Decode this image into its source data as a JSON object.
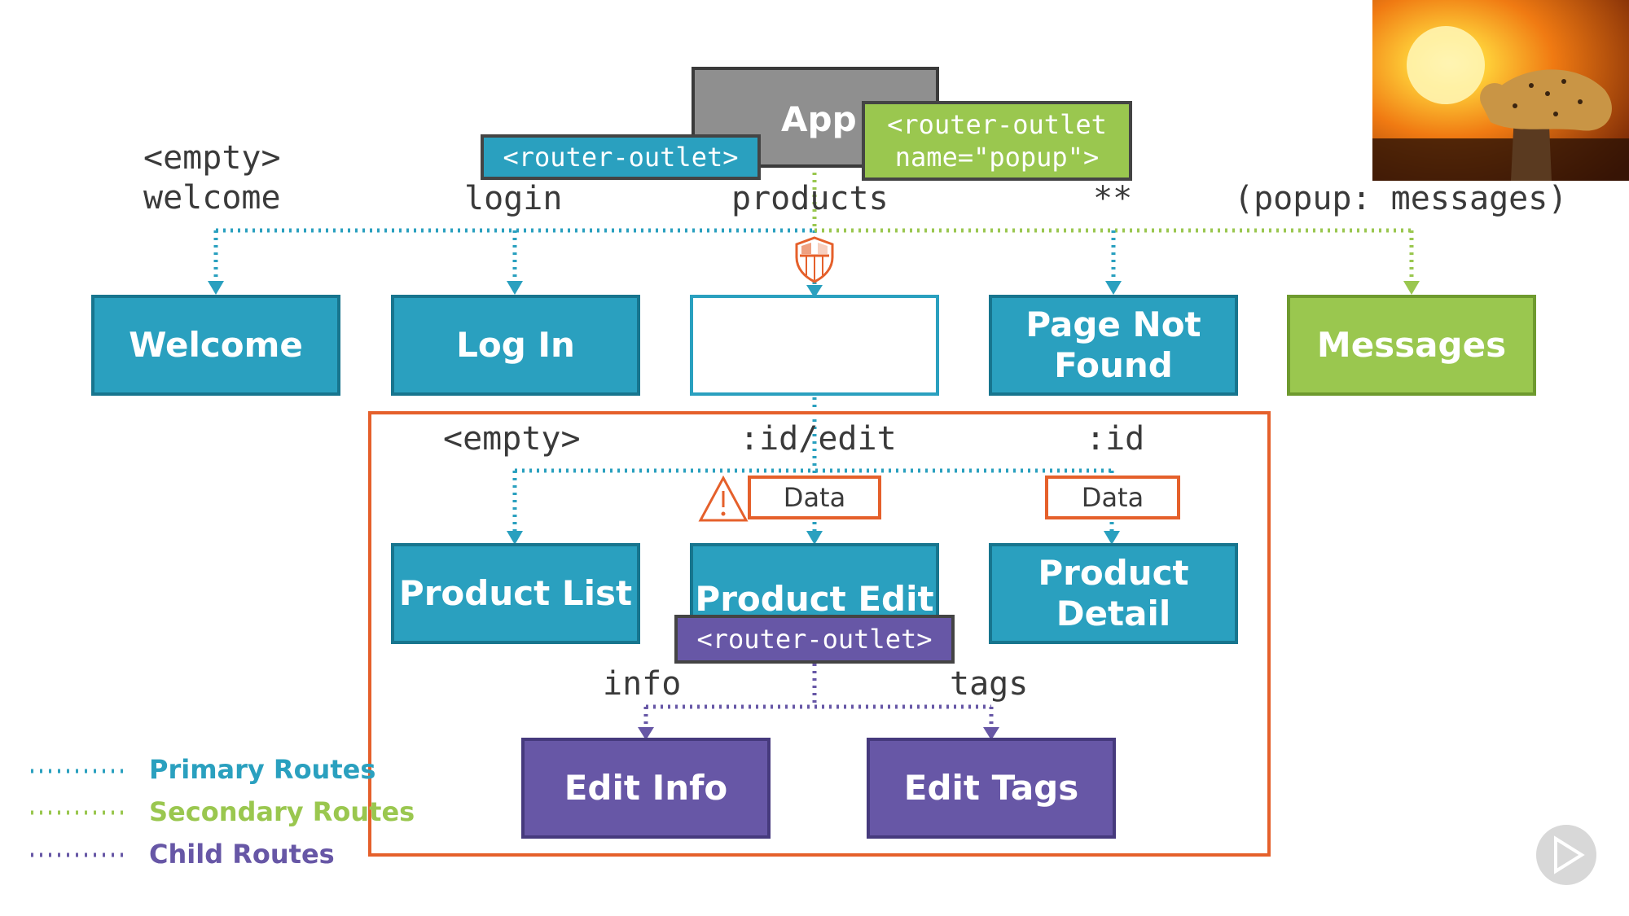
{
  "nodes": {
    "app": "App",
    "welcome": "Welcome",
    "login": "Log In",
    "page_not_found": "Page Not\nFound",
    "messages": "Messages",
    "product_list": "Product List",
    "product_edit": "Product Edit",
    "product_detail": "Product\nDetail",
    "edit_info": "Edit Info",
    "edit_tags": "Edit Tags"
  },
  "outlets": {
    "primary": "<router-outlet>",
    "popup": "<router-outlet\nname=\"popup\">",
    "child": "<router-outlet>"
  },
  "routes": {
    "welcome": "<empty>\nwelcome",
    "login": "login",
    "products": "products",
    "wildcard": "**",
    "popup": "(popup: messages)",
    "product_list": "<empty>",
    "product_edit": ":id/edit",
    "product_detail": ":id",
    "info": "info",
    "tags": "tags"
  },
  "data_labels": {
    "edit": "Data",
    "detail": "Data"
  },
  "legend": [
    {
      "label": "Primary Routes",
      "color": "#2aa0bf"
    },
    {
      "label": "Secondary Routes",
      "color": "#9ac74f"
    },
    {
      "label": "Child Routes",
      "color": "#6757a6"
    }
  ],
  "colors": {
    "primary": "#2aa0bf",
    "secondary": "#9ac74f",
    "child": "#6757a6",
    "guard": "#e5602b"
  },
  "icons": {
    "guard": "shield-icon",
    "warning": "warning-triangle-icon",
    "play": "play-icon",
    "photo": "leopard-sunset-photo"
  }
}
